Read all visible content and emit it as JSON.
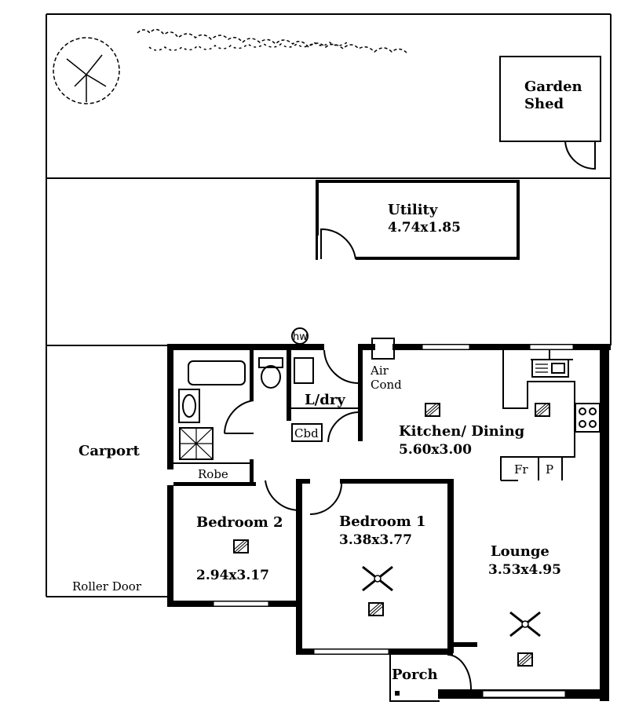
{
  "rooms": {
    "garden_shed": {
      "line1": "Garden",
      "line2": "Shed"
    },
    "utility": {
      "name": "Utility",
      "size": "4.74x1.85"
    },
    "carport": {
      "name": "Carport",
      "door": "Roller Door"
    },
    "bedroom2": {
      "name": "Bedroom 2",
      "size": "2.94x3.17",
      "robe": "Robe"
    },
    "bedroom1": {
      "name": "Bedroom 1",
      "size": "3.38x3.77"
    },
    "laundry": {
      "name": "L/dry",
      "cupboard": "Cbd"
    },
    "kitchen": {
      "name": "Kitchen/ Dining",
      "size": "5.60x3.00",
      "aircon_line1": "Air",
      "aircon_line2": "Cond",
      "fridge": "Fr",
      "pantry": "P"
    },
    "lounge": {
      "name": "Lounge",
      "size": "3.53x4.95"
    },
    "porch": {
      "name": "Porch"
    }
  },
  "fixtures": {
    "hot_water": "hw"
  },
  "colors": {
    "ink": "#000000",
    "paper": "#ffffff"
  }
}
